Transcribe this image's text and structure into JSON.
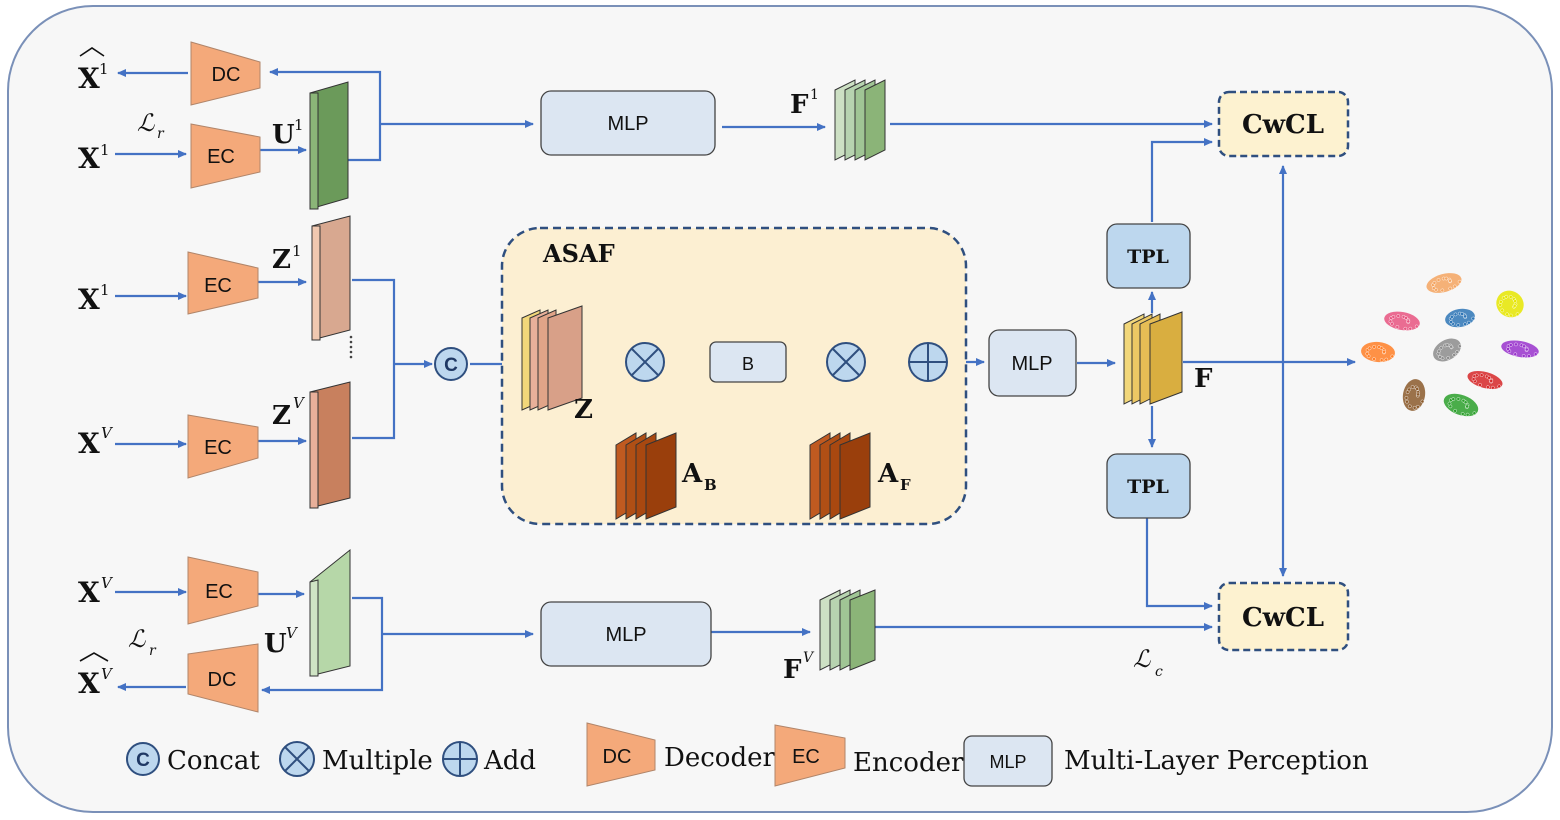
{
  "top": {
    "xhat_label": "X",
    "xhat_sup": "1",
    "dc_label": "DC",
    "loss_r": "ℒ",
    "loss_r_sub": "r",
    "x_label": "X",
    "x_sup": "1",
    "ec_label": "EC",
    "u_label": "U",
    "u_sup": "1",
    "mlp_label": "MLP",
    "f_label": "F",
    "f_sup": "1",
    "cwcl_label": "CwCL"
  },
  "middle": {
    "x1_label": "X",
    "x1_sup": "1",
    "ec1_label": "EC",
    "z1_label": "Z",
    "z1_sup": "1",
    "xv_label": "X",
    "xv_sup": "V",
    "ecv_label": "EC",
    "zv_label": "Z",
    "zv_sup": "V",
    "concat_symbol": "C",
    "asaf_title": "ASAF",
    "z_label": "Z",
    "b_label": "B",
    "ab_label": "A",
    "ab_sub": "B",
    "af_label": "A",
    "af_sub": "F",
    "mlp_label": "MLP",
    "f_label": "F",
    "tpl_top_label": "TPL",
    "tpl_bottom_label": "TPL"
  },
  "bottom": {
    "x_label": "X",
    "x_sup": "V",
    "ec_label": "EC",
    "u_label": "U",
    "u_sup": "V",
    "loss_r": "ℒ",
    "loss_r_sub": "r",
    "xhat_label": "X",
    "xhat_sup": "V",
    "dc_label": "DC",
    "mlp_label": "MLP",
    "f_label": "F",
    "f_sup": "V",
    "cwcl_label": "CwCL",
    "loss_c": "ℒ",
    "loss_c_sub": "c"
  },
  "legend": {
    "concat_symbol": "C",
    "concat_label": "Concat",
    "multiple_label": "Multiple",
    "add_label": "Add",
    "dc_box": "DC",
    "dc_label": "Decoder",
    "ec_box": "EC",
    "ec_label": "Encoder",
    "mlp_box": "MLP",
    "mlp_label": "Multi-Layer Perception"
  },
  "colors": {
    "arrow": "#4472c4",
    "encoder_fill": "#f4a97a",
    "mlp_fill": "#dce6f2",
    "tpl_fill": "#bdd7ee",
    "cwcl_fill": "#fdf2d0",
    "asaf_fill": "#fcefd2",
    "u_top_fill": "#6b9a5a",
    "u_bottom_fill": "#b6d7a8",
    "z_fill": "#d8a088",
    "attention_fill": "#a94810",
    "fused_fill": "#e8c257"
  },
  "scatter_clusters": [
    {
      "color": "#f4a460"
    },
    {
      "color": "#e6e600"
    },
    {
      "color": "#e75480"
    },
    {
      "color": "#2e75b6"
    },
    {
      "color": "#9932cc"
    },
    {
      "color": "#ff7f27"
    },
    {
      "color": "#8c8c8c"
    },
    {
      "color": "#d62728"
    },
    {
      "color": "#8b5a2b"
    },
    {
      "color": "#2ca02c"
    }
  ]
}
